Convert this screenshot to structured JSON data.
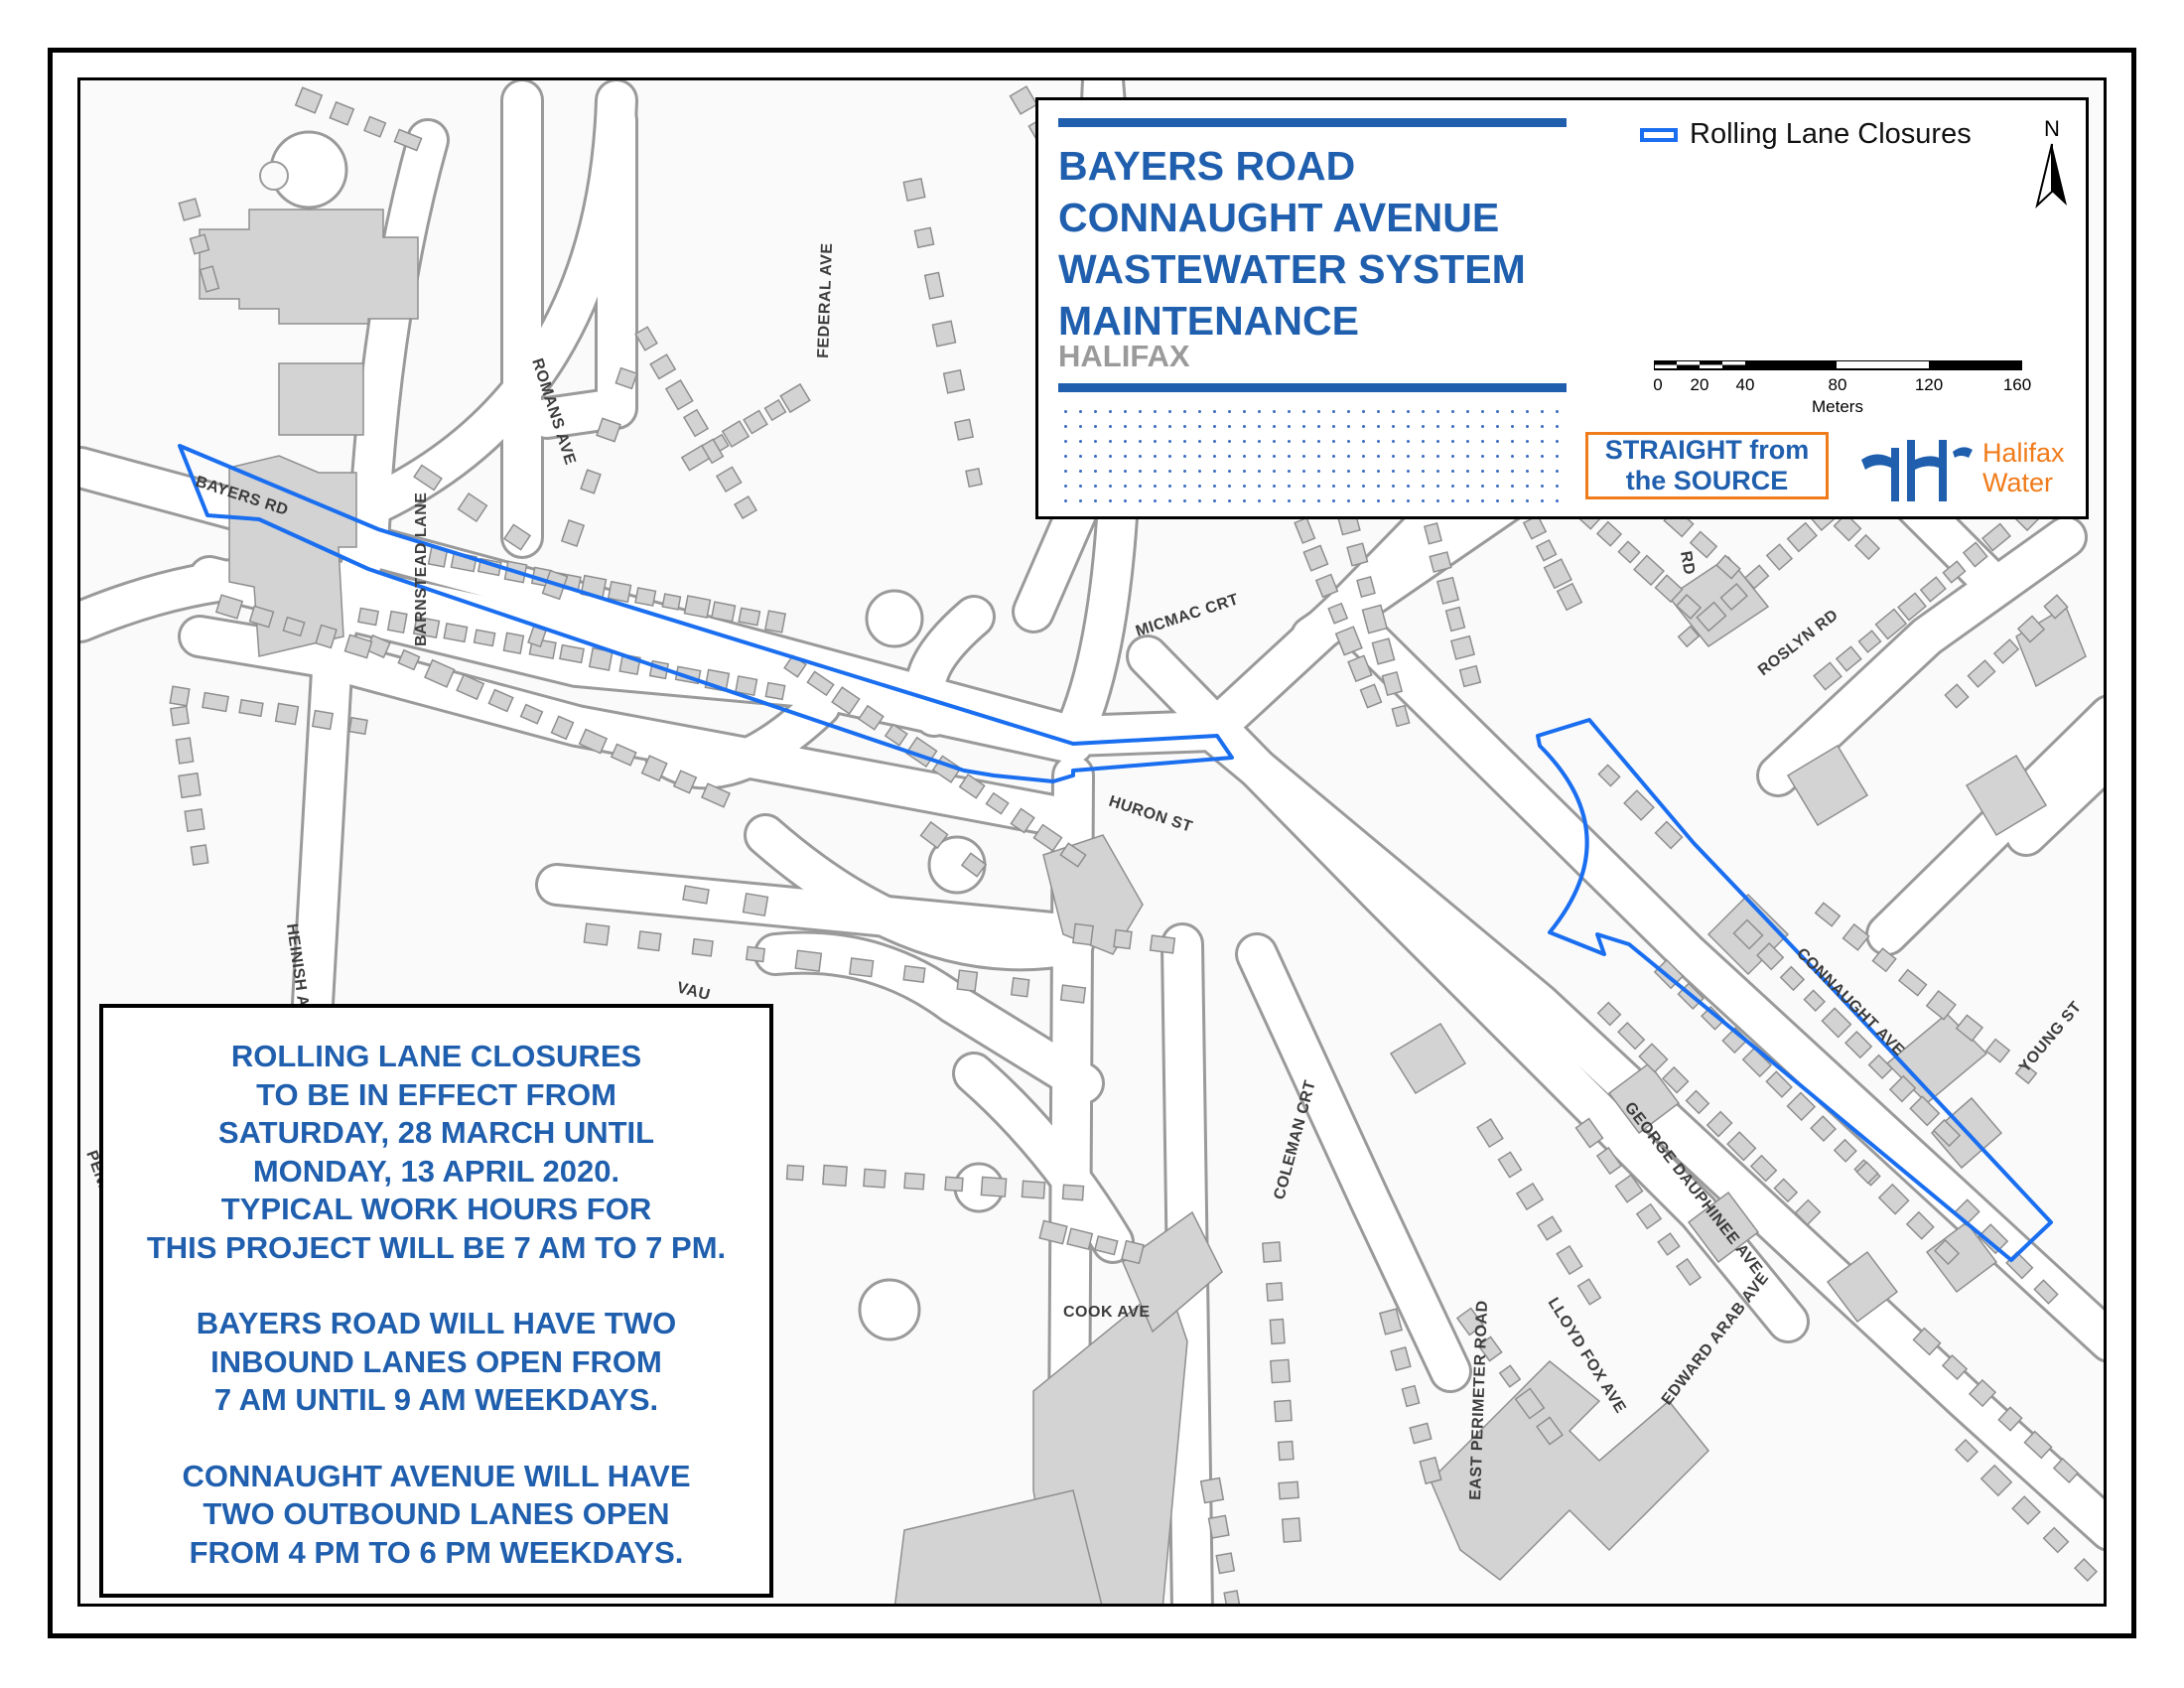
{
  "title": {
    "lines": [
      "BAYERS ROAD",
      "CONNAUGHT AVENUE",
      "WASTEWATER SYSTEM",
      "MAINTENANCE"
    ],
    "subtitle": "HALIFAX"
  },
  "legend": {
    "label": "Rolling Lane Closures",
    "color": "#1a6ef0"
  },
  "north_arrow": {
    "label": "N",
    "icon": "north-arrow-icon"
  },
  "scale_bar": {
    "ticks": [
      "0",
      "20",
      "40",
      "80",
      "120",
      "160"
    ],
    "unit": "Meters"
  },
  "logos": {
    "straight_from_source": [
      "STRAIGHT from",
      "the SOURCE"
    ],
    "halifax_water": [
      "Halifax",
      "Water"
    ]
  },
  "colors": {
    "accent_blue": "#1f5fae",
    "closure_blue": "#1a6ef0",
    "logo_orange": "#f07b1a",
    "building_grey": "#d3d3d3"
  },
  "streets": {
    "bayers_rd": "BAYERS RD",
    "barnstead_lane": "BARNSTEAD LANE",
    "romans_ave": "ROMANS AVE",
    "federal_ave": "FEDERAL AVE",
    "micmac_crt": "MICMAC CRT",
    "huron_st": "HURON ST",
    "roslyn_rd": "ROSLYN RD",
    "connaught_ave": "CONNAUGHT AVE",
    "young_st": "YOUNG ST",
    "heinish_ave": "HEINISH A",
    "vaughan": "VAU",
    "coleman_crt": "COLEMAN CRT",
    "george_dauphinee_ave": "GEORGE DAUPHINEE AVE",
    "lloyd_fox_ave": "LLOYD FOX AVE",
    "edward_arab_ave": "EDWARD ARAB AVE",
    "east_perimeter_road": "EAST PERIMETER ROAD",
    "cook_ave": "COOK AVE",
    "penn": "PENN",
    "rd_fragment": "RD"
  },
  "notice": {
    "paragraphs": [
      [
        "ROLLING LANE CLOSURES",
        "TO BE IN EFFECT FROM",
        "SATURDAY, 28 MARCH UNTIL",
        "MONDAY, 13 APRIL 2020.",
        "TYPICAL WORK HOURS FOR",
        "THIS PROJECT WILL BE 7 AM TO 7 PM."
      ],
      [
        "BAYERS ROAD WILL HAVE TWO",
        "INBOUND LANES OPEN FROM",
        "7 AM UNTIL 9 AM WEEKDAYS."
      ],
      [
        "CONNAUGHT AVENUE WILL HAVE",
        "TWO OUTBOUND LANES OPEN",
        "FROM 4 PM TO 6 PM WEEKDAYS."
      ]
    ]
  }
}
